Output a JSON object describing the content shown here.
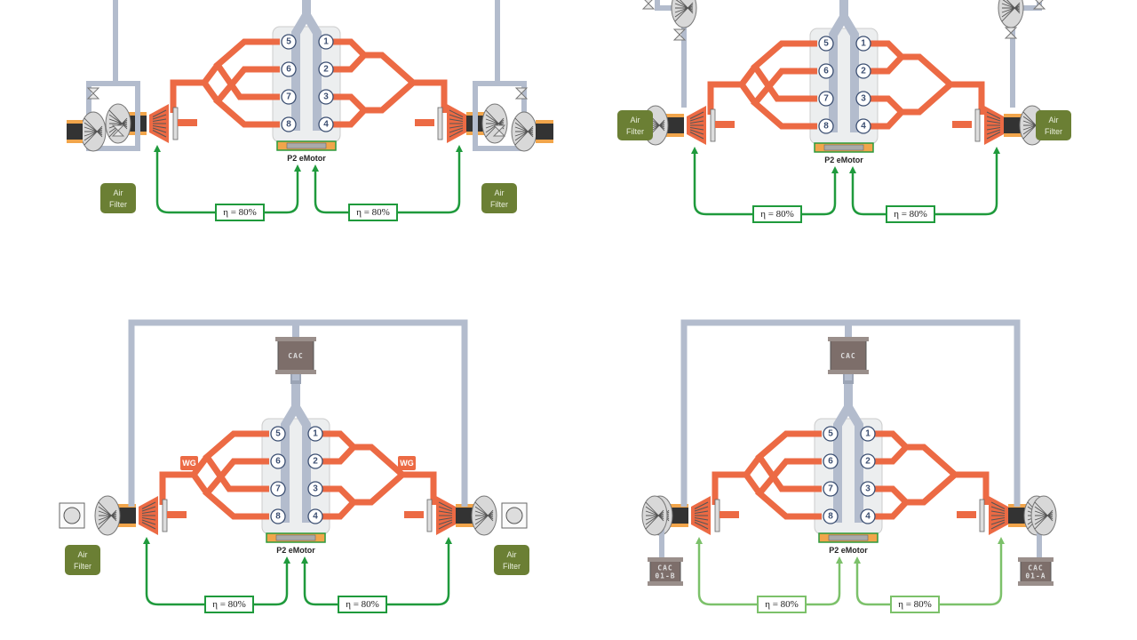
{
  "colors": {
    "exhaust": "#ec6a44",
    "intake": "#b3bccd",
    "green": "#1f9a3c",
    "lightgreen": "#7cc16a",
    "filter": "#6b7f34",
    "cac": "#7d6e6a",
    "block": "#eceeef"
  },
  "cylinders": {
    "left": [
      "5",
      "6",
      "7",
      "8"
    ],
    "right": [
      "1",
      "2",
      "3",
      "4"
    ]
  },
  "panels": [
    {
      "id": "top-left",
      "motor_label": "P2 eMotor",
      "eta_left": "η = 80%",
      "eta_right": "η = 80%",
      "filter_label": [
        "Air",
        "Filter"
      ],
      "variant": "twin-series"
    },
    {
      "id": "top-right",
      "motor_label": "P2 eMotor",
      "eta_left": "η = 80%",
      "eta_right": "η = 80%",
      "filter_label": [
        "Air",
        "Filter"
      ],
      "variant": "side-filter"
    },
    {
      "id": "bottom-left",
      "motor_label": "P2 eMotor",
      "eta_left": "η = 80%",
      "eta_right": "η = 80%",
      "filter_label": [
        "Air",
        "Filter"
      ],
      "cac_label": "CAC",
      "wg_label": "WG",
      "variant": "wastegate"
    },
    {
      "id": "bottom-right",
      "motor_label": "P2 eMotor",
      "eta_left": "η = 80%",
      "eta_right": "η = 80%",
      "cac_label": "CAC",
      "cac_left": [
        "CAC",
        "01-B"
      ],
      "cac_right": [
        "CAC",
        "01-A"
      ],
      "variant": "cac-stages"
    }
  ]
}
